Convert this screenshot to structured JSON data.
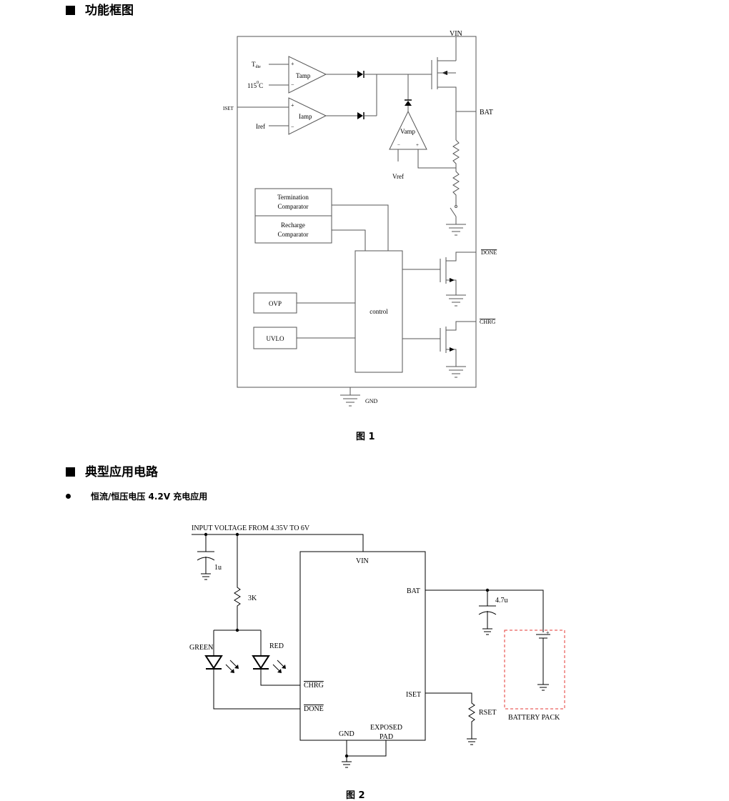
{
  "headings": {
    "block_diagram": "功能框图",
    "typical_circuit": "典型应用电路"
  },
  "bullet": "恒流/恒压电压 4.2V 充电应用",
  "captions": {
    "fig1": "图 1",
    "fig2": "图 2"
  },
  "fig1": {
    "vin": "VIN",
    "bat": "BAT",
    "tdie": "T",
    "tdie_sub": "die",
    "temp": "115",
    "temp_sup": "0",
    "temp_unit": "C",
    "iset": "ISET",
    "iref": "Iref",
    "tamp": "Tamp",
    "iamp": "Iamp",
    "vamp": "Vamp",
    "vref": "Vref",
    "termination_1": "Termination",
    "termination_2": "Comparator",
    "recharge_1": "Recharge",
    "recharge_2": "Comparator",
    "ovp": "OVP",
    "uvlo": "UVLO",
    "control": "control",
    "done": "DONE",
    "chrg": "CHRG",
    "gnd": "GND"
  },
  "fig2": {
    "input": "INPUT VOLTAGE FROM 4.35V TO 6V",
    "cap_in": "1u",
    "res": "3K",
    "green": "GREEN",
    "red": "RED",
    "vin": "VIN",
    "bat": "BAT",
    "cap_out": "4.7u",
    "iset": "ISET",
    "rset": "RSET",
    "chrg": "CHRG",
    "done": "DONE",
    "gnd": "GND",
    "exposed_1": "EXPOSED",
    "exposed_2": "PAD",
    "battery": "BATTERY PACK",
    "battery_color": "#e53935"
  }
}
